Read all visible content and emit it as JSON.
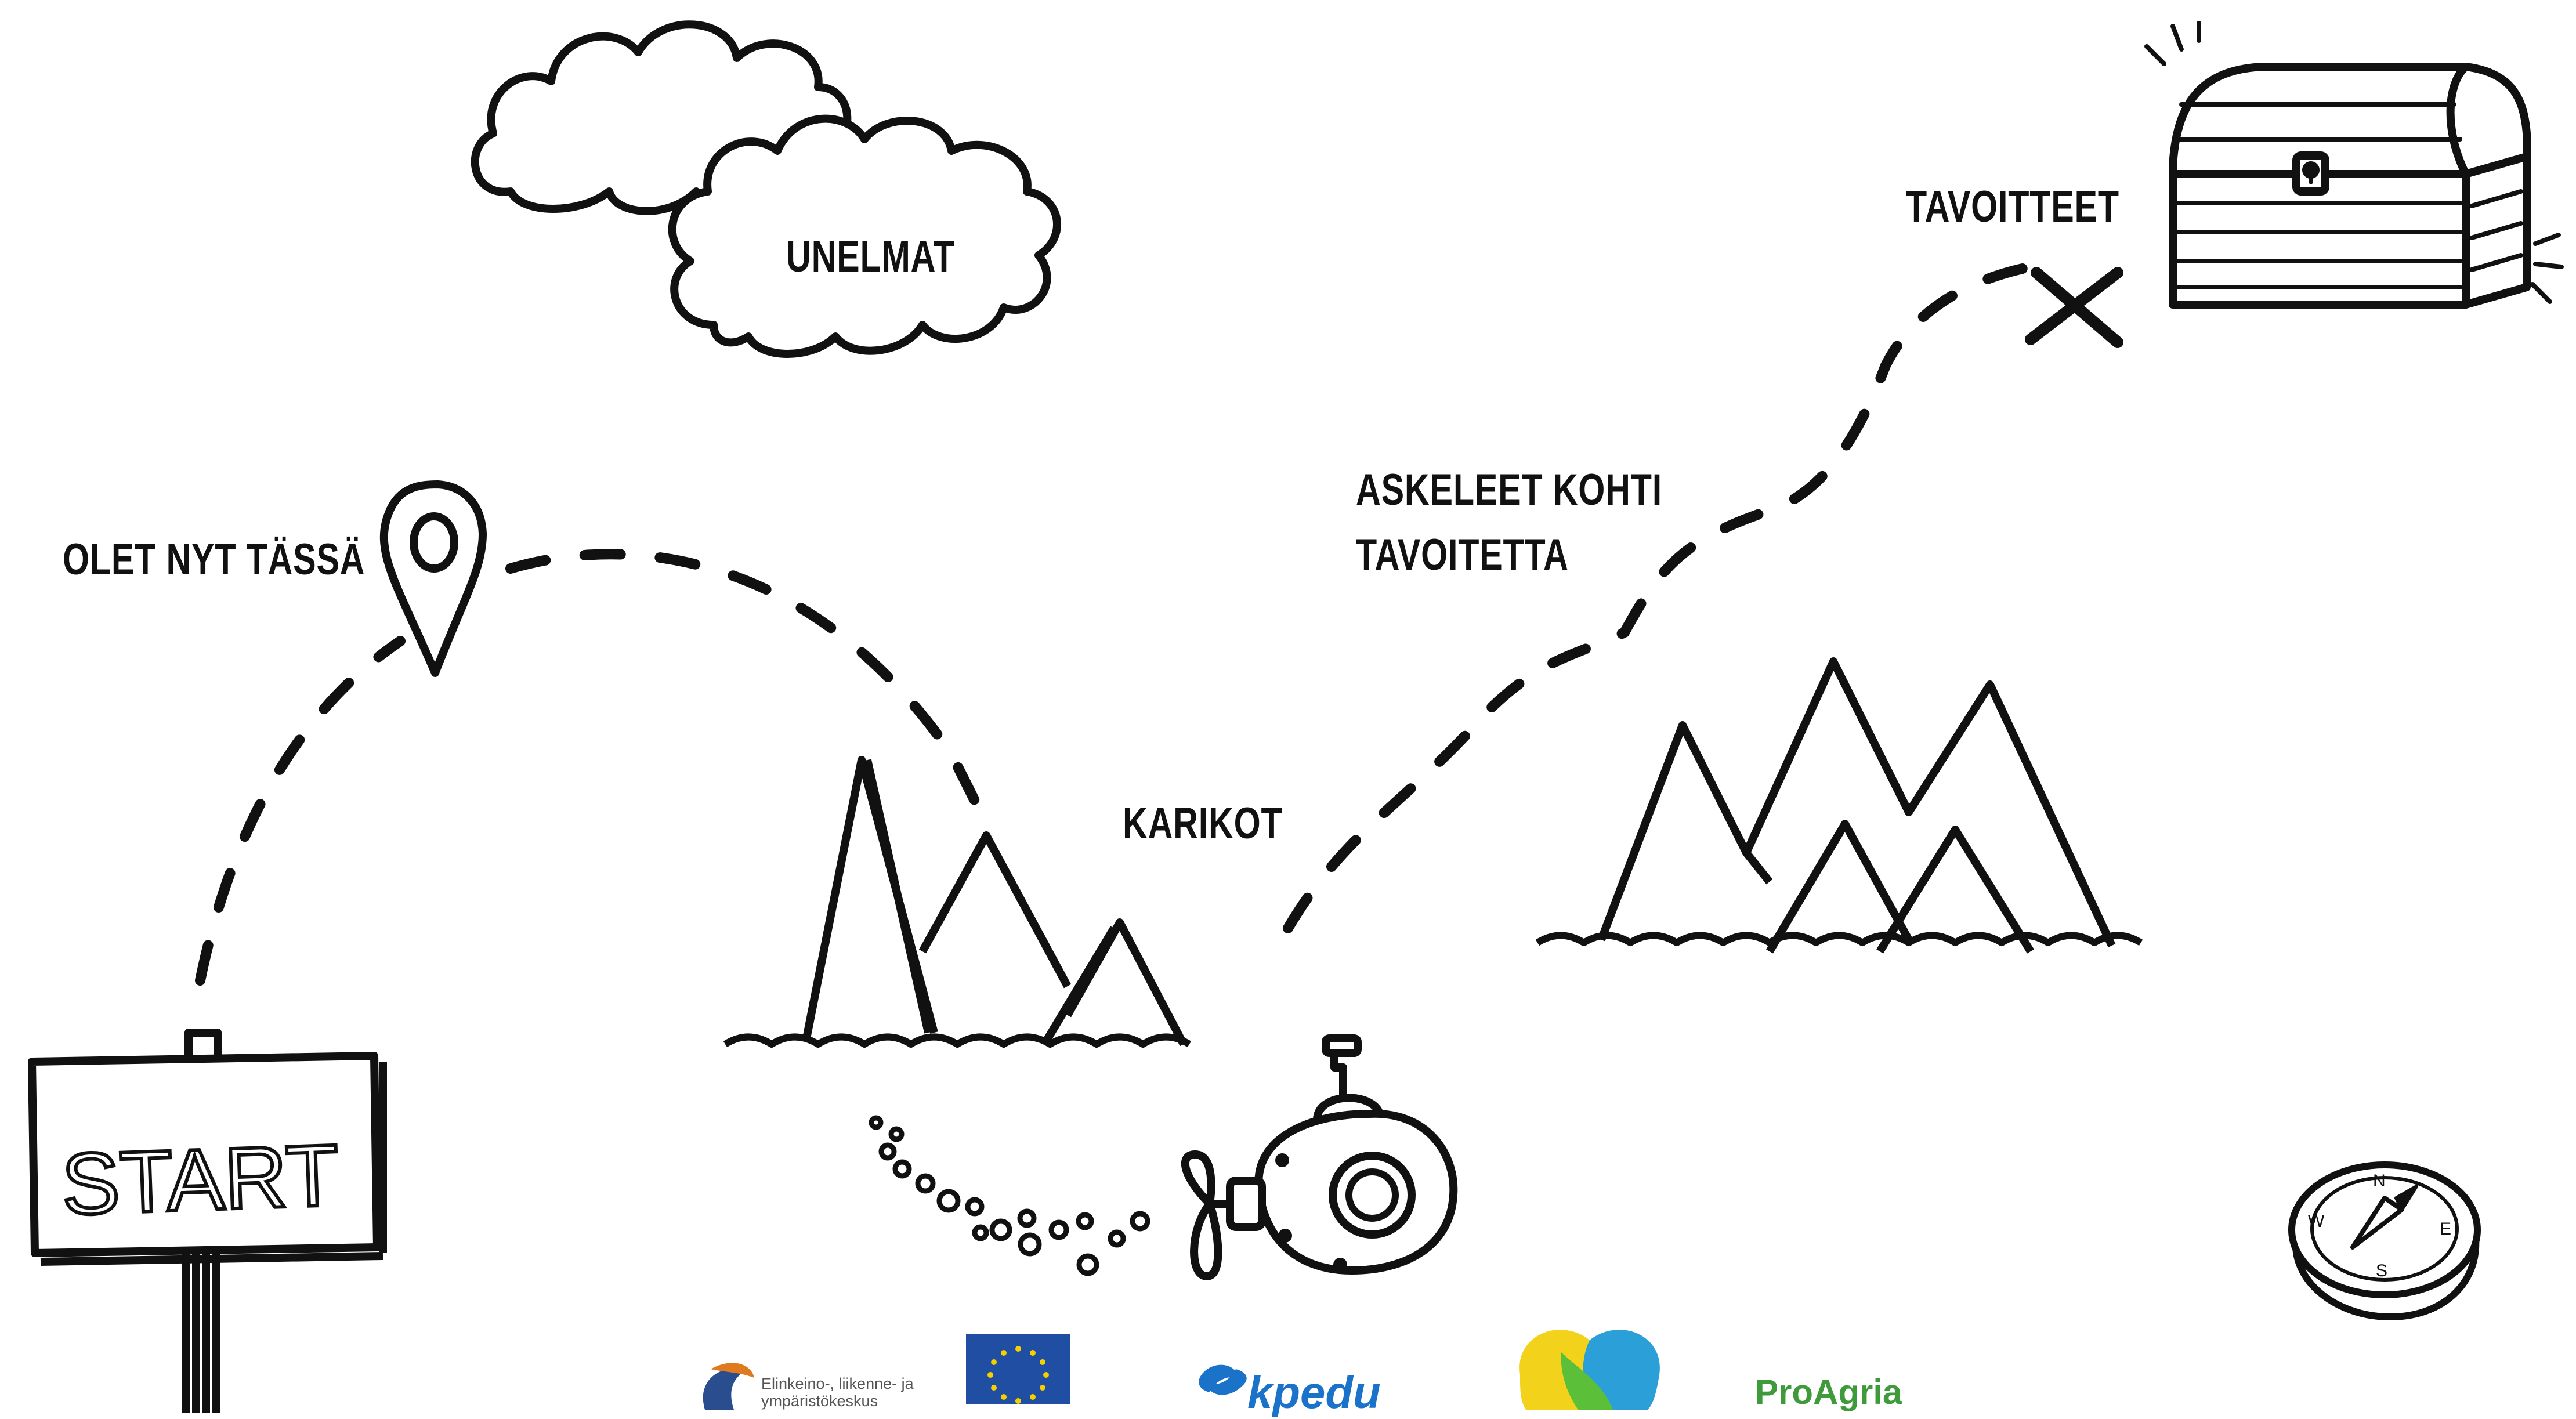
{
  "labels": {
    "dreams": "UNELMAT",
    "you_are_here": "OLET NYT TÄSSÄ",
    "steps_line1": "ASKELEET KOHTI",
    "steps_line2": "TAVOITETTA",
    "reefs": "KARIKOT",
    "goals": "TAVOITTEET",
    "start": "START"
  },
  "compass": {
    "n": "N",
    "e": "E",
    "s": "S",
    "w": "W"
  },
  "logos": {
    "ely_line1": "Elinkeino-, liikenne- ja",
    "ely_line2": "ympäristökeskus",
    "kpedu": "kpedu",
    "proagria": "ProAgria"
  },
  "colors": {
    "ink": "#111111",
    "ely_blue": "#2a4d8f",
    "ely_orange": "#e07a1f",
    "eu_blue": "#1f4ea3",
    "eu_star": "#f5d000",
    "kpedu_blue": "#1a73c9",
    "leader_yellow": "#f2d21b",
    "leader_green": "#5bbf3a",
    "leader_blue": "#2b9fd8",
    "proagria_green": "#3e9a3a"
  }
}
